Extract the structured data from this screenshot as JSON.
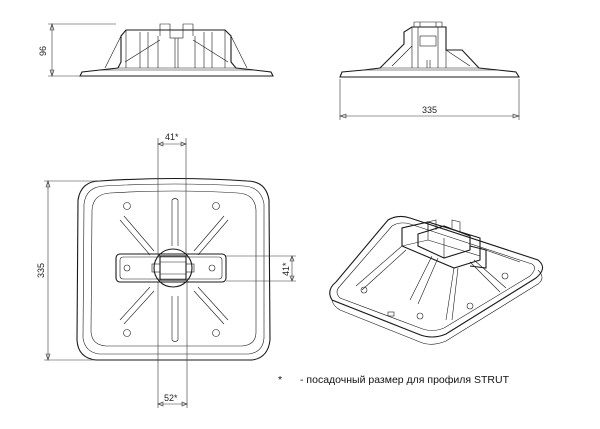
{
  "dimensions": {
    "height_side": "96",
    "width_side": "335",
    "strut_width_top": "41*",
    "height_plan": "335",
    "strut_width_right": "41*",
    "strut_width_bottom": "52*"
  },
  "note": {
    "marker": "*",
    "text": "- посадочный размер для профиля STRUT"
  }
}
